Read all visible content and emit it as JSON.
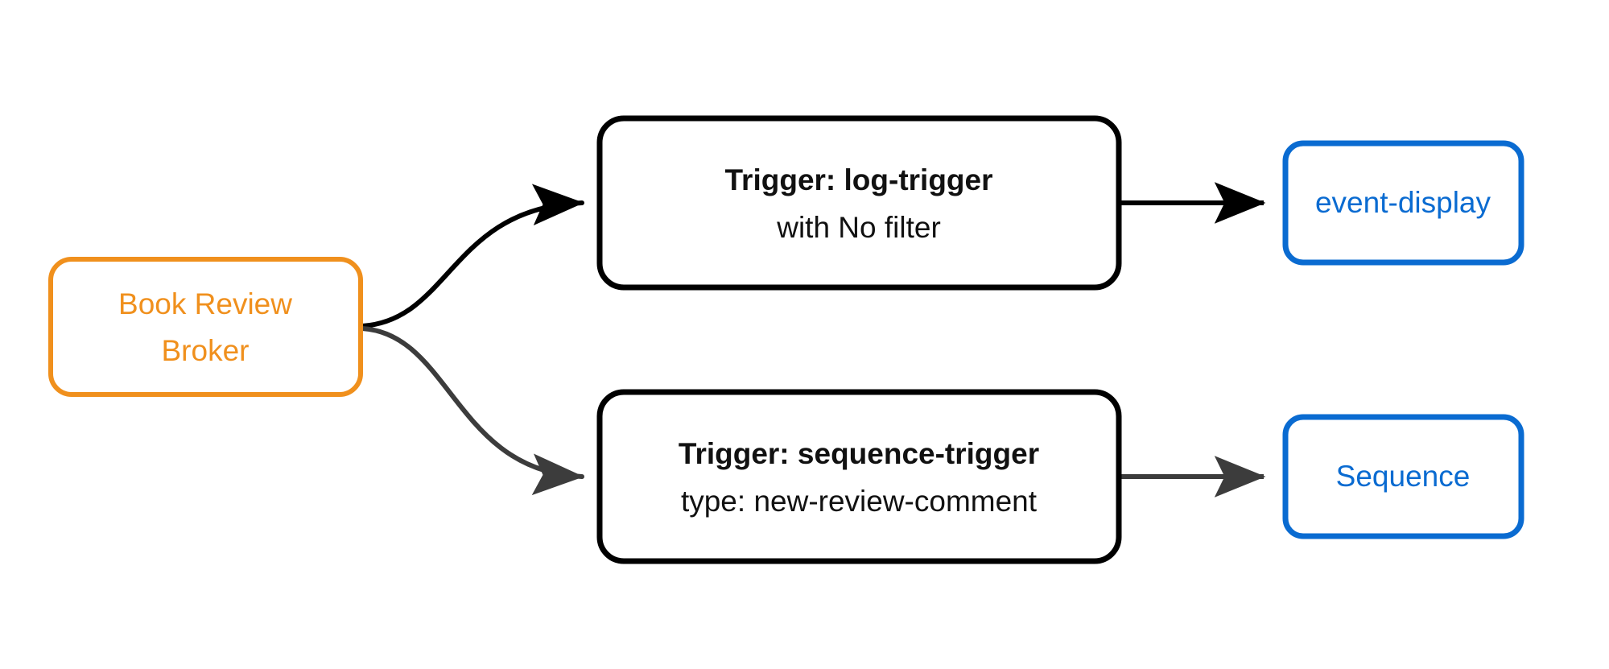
{
  "diagram": {
    "type": "flowchart",
    "direction": "left-to-right",
    "background_color": "#ffffff",
    "colors": {
      "broker_stroke": "#f0901d",
      "broker_text": "#f0901d",
      "trigger_stroke": "#000000",
      "trigger_text": "#111111",
      "sink_stroke": "#0a6bd1",
      "sink_text": "#0a6bd1",
      "edge_black": "#000000",
      "edge_gray": "#3c3c3c"
    },
    "nodes": {
      "broker": {
        "id": "book-review-broker",
        "line1": "Book Review",
        "line2": "Broker",
        "shape": "rounded-rectangle",
        "style": "broker"
      },
      "log_trigger": {
        "id": "log-trigger",
        "title": "Trigger: log-trigger",
        "subtitle": "with No filter",
        "shape": "rounded-rectangle",
        "style": "trigger"
      },
      "sequence_trigger": {
        "id": "sequence-trigger",
        "title": "Trigger: sequence-trigger",
        "subtitle": "type: new-review-comment",
        "shape": "rounded-rectangle",
        "style": "trigger"
      },
      "event_display": {
        "id": "event-display",
        "label": "event-display",
        "shape": "rounded-rectangle",
        "style": "sink"
      },
      "sequence": {
        "id": "sequence",
        "label": "Sequence",
        "shape": "rounded-rectangle",
        "style": "sink"
      }
    },
    "edges": [
      {
        "id": "broker-to-log-trigger",
        "from": "book-review-broker",
        "to": "log-trigger",
        "label": "",
        "style": "curved",
        "color": "#000000"
      },
      {
        "id": "broker-to-sequence-trigger",
        "from": "book-review-broker",
        "to": "sequence-trigger",
        "label": "",
        "style": "curved",
        "color": "#3c3c3c"
      },
      {
        "id": "log-trigger-to-event-display",
        "from": "log-trigger",
        "to": "event-display",
        "label": "",
        "style": "straight",
        "color": "#000000"
      },
      {
        "id": "sequence-trigger-to-sequence",
        "from": "sequence-trigger",
        "to": "sequence",
        "label": "",
        "style": "straight",
        "color": "#3c3c3c"
      }
    ]
  }
}
